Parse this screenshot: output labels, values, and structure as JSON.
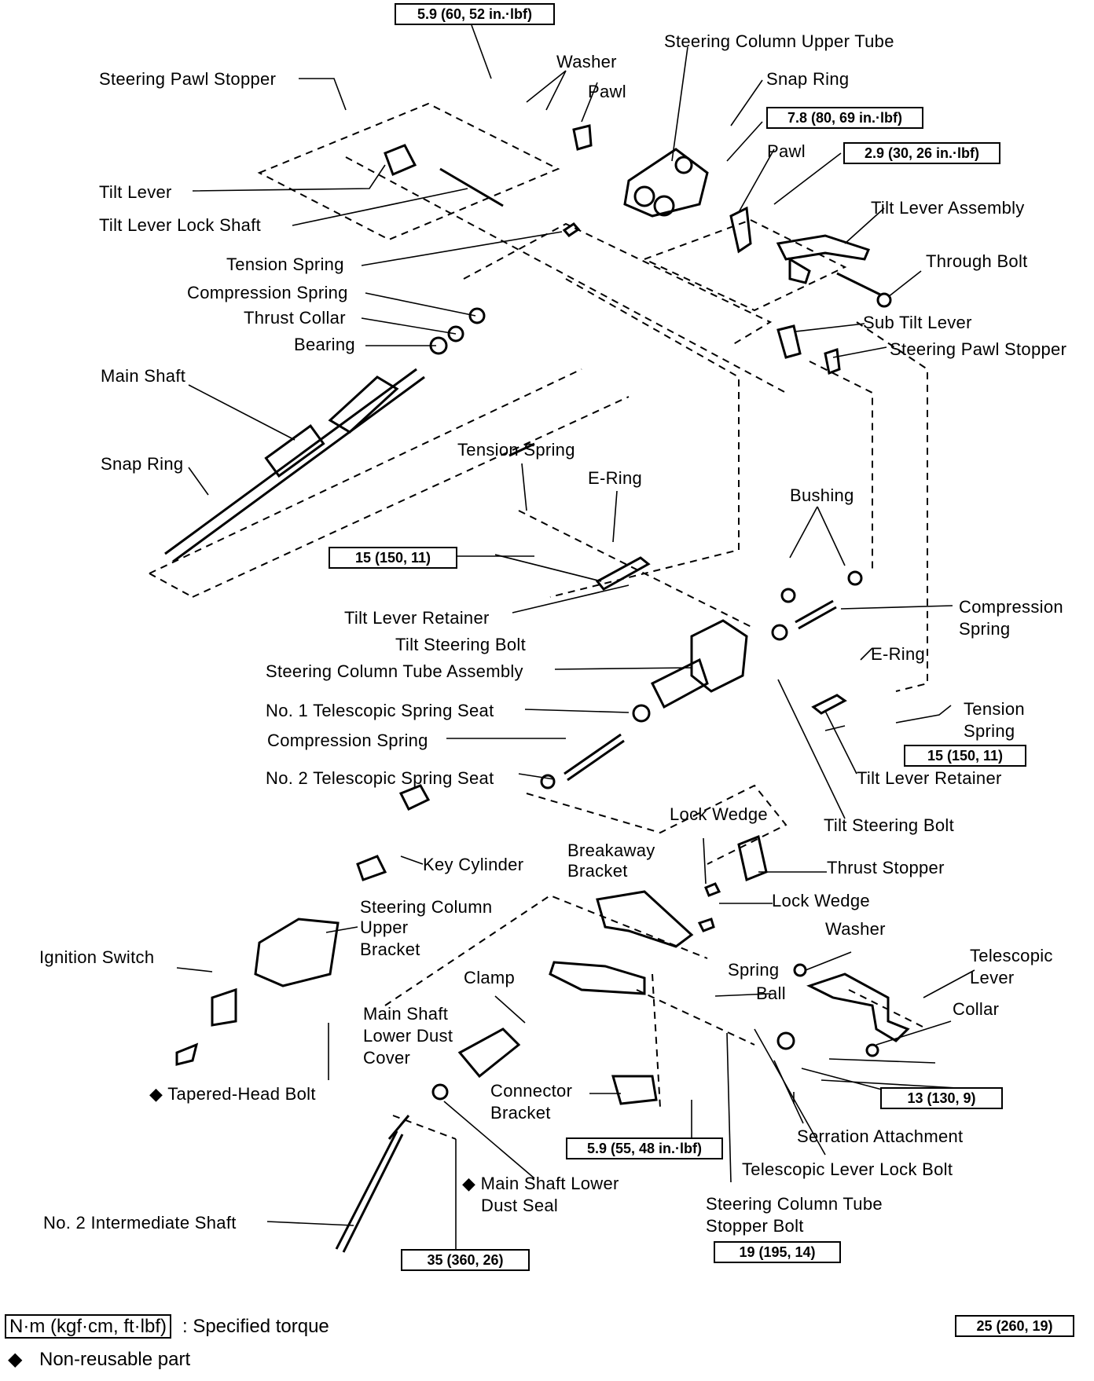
{
  "labels": {
    "steering_pawl_stopper_top": "Steering Pawl Stopper",
    "washer_top": "Washer",
    "pawl_top": "Pawl",
    "steering_column_upper_tube": "Steering Column Upper Tube",
    "snap_ring_top": "Snap Ring",
    "pawl_right": "Pawl",
    "tilt_lever": "Tilt Lever",
    "tilt_lever_lock_shaft": "Tilt Lever Lock Shaft",
    "tilt_lever_assembly": "Tilt Lever Assembly",
    "tension_spring_top": "Tension Spring",
    "through_bolt": "Through Bolt",
    "compression_spring_top": "Compression Spring",
    "thrust_collar": "Thrust Collar",
    "sub_tilt_lever": "Sub Tilt Lever",
    "bearing": "Bearing",
    "steering_pawl_stopper_right": "Steering Pawl Stopper",
    "main_shaft": "Main Shaft",
    "snap_ring_left": "Snap Ring",
    "tension_spring_mid": "Tension Spring",
    "e_ring_mid": "E-Ring",
    "bushing": "Bushing",
    "compression_spring_right_1": "Compression",
    "compression_spring_right_2": "Spring",
    "tilt_lever_retainer_mid": "Tilt Lever Retainer",
    "tilt_steering_bolt_mid": "Tilt Steering Bolt",
    "e_ring_right": "E-Ring",
    "steering_column_tube_assembly": "Steering Column Tube Assembly",
    "tension_spring_right_1": "Tension",
    "tension_spring_right_2": "Spring",
    "no1_telescopic_spring_seat": "No. 1 Telescopic Spring Seat",
    "compression_spring_mid": "Compression Spring",
    "no2_telescopic_spring_seat": "No. 2 Telescopic Spring Seat",
    "tilt_lever_retainer_right": "Tilt Lever Retainer",
    "lock_wedge_top": "Lock Wedge",
    "tilt_steering_bolt_right": "Tilt Steering Bolt",
    "breakaway_bracket_1": "Breakaway",
    "breakaway_bracket_2": "Bracket",
    "key_cylinder": "Key Cylinder",
    "thrust_stopper": "Thrust Stopper",
    "lock_wedge_right": "Lock Wedge",
    "steering_column_upper_bracket_1": "Steering Column",
    "steering_column_upper_bracket_2": "Upper",
    "steering_column_upper_bracket_3": "Bracket",
    "washer_right": "Washer",
    "ignition_switch": "Ignition Switch",
    "telescopic_lever_1": "Telescopic",
    "telescopic_lever_2": "Lever",
    "clamp": "Clamp",
    "spring_low": "Spring",
    "ball": "Ball",
    "main_shaft_lower_dust_cover_1": "Main Shaft",
    "main_shaft_lower_dust_cover_2": "Lower Dust",
    "main_shaft_lower_dust_cover_3": "Cover",
    "collar": "Collar",
    "tapered_head_bolt": "◆ Tapered-Head Bolt",
    "connector_bracket_1": "Connector",
    "connector_bracket_2": "Bracket",
    "serration_attachment": "Serration Attachment",
    "telescopic_lever_lock_bolt": "Telescopic Lever Lock Bolt",
    "main_shaft_lower_dust_seal_1": "◆ Main Shaft Lower",
    "main_shaft_lower_dust_seal_2": "Dust Seal",
    "steering_column_tube_stopper_bolt_1": "Steering Column Tube",
    "steering_column_tube_stopper_bolt_2": "Stopper Bolt",
    "no2_intermediate_shaft": "No. 2 Intermediate Shaft"
  },
  "torques": {
    "t1": "5.9 (60, 52 in.·lbf)",
    "t2": "7.8 (80, 69 in.·lbf)",
    "t3": "2.9 (30, 26 in.·lbf)",
    "t4": "15 (150, 11)",
    "t5": "15 (150, 11)",
    "t6": "25 (260, 19)",
    "t7": "13 (130, 9)",
    "t8": "5.9 (55, 48 in.·lbf)",
    "t9": "19 (195, 14)",
    "t10": "35 (360, 26)"
  },
  "legend": {
    "torque_unit": "N·m (kgf·cm, ft·lbf)",
    "torque_desc": ": Specified torque",
    "nonreusable_symbol": "◆",
    "nonreusable_desc": "Non-reusable part"
  }
}
